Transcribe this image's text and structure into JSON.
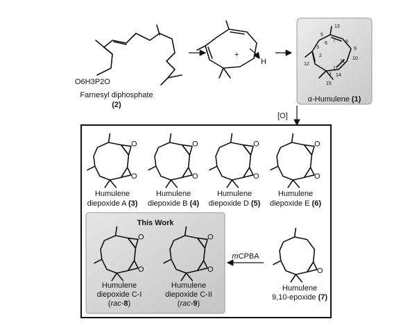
{
  "scheme": {
    "start_label": "Farnesyl diphosphate",
    "start_number": "(2)",
    "phosphate_group": "O6H3P2O",
    "hydride": "H",
    "humulene_label": "α-Humulene",
    "humulene_number": "(1)",
    "humulene_atom_numbers": [
      "1",
      "2",
      "3",
      "4",
      "5",
      "6",
      "7",
      "8",
      "9",
      "10",
      "11",
      "12",
      "13",
      "14",
      "15"
    ],
    "oxidation_label": "[O]",
    "reagent_label": "mCPBA",
    "highlight_title": "This Work"
  },
  "products": [
    {
      "line1": "Humulene",
      "line2": "diepoxide A",
      "number": "(3)"
    },
    {
      "line1": "Humulene",
      "line2": "diepoxide B",
      "number": "(4)"
    },
    {
      "line1": "Humulene",
      "line2": "diepoxide D",
      "number": "(5)"
    },
    {
      "line1": "Humulene",
      "line2": "diepoxide E",
      "number": "(6)"
    }
  ],
  "this_work": [
    {
      "line1": "Humulene",
      "line2": "diepoxide C-I",
      "number": "(rac-8)"
    },
    {
      "line1": "Humulene",
      "line2": "diepoxide C-II",
      "number": "(rac-9)"
    }
  ],
  "precursor": {
    "line1": "Humulene",
    "line2": "9,10-epoxide",
    "number": "(7)"
  },
  "epoxide_atom": "O",
  "colors": {
    "highlight_box": "#d9d9d9",
    "highlight_border": "#9a9a9a",
    "frame": "#111111"
  }
}
